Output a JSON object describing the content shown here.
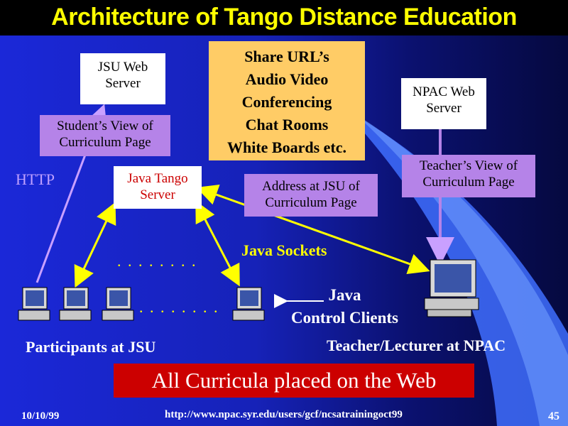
{
  "slide": {
    "title": "Architecture of Tango Distance Education",
    "jsu_server": {
      "line1": "JSU Web",
      "line2": "Server"
    },
    "npac_server": {
      "line1": "NPAC Web",
      "line2": "Server"
    },
    "share_box": {
      "lines": [
        "Share URL’s",
        "Audio Video",
        "Conferencing",
        "Chat Rooms",
        "White Boards etc."
      ]
    },
    "student_view": {
      "line1": "Student’s View of",
      "line2": "Curriculum Page"
    },
    "teacher_view": {
      "line1": "Teacher’s View of",
      "line2": "Curriculum Page"
    },
    "java_tango": {
      "line1": "Java Tango",
      "line2": "Server"
    },
    "address_box": {
      "line1": "Address at JSU of",
      "line2": "Curriculum Page"
    },
    "http_label": "HTTP",
    "java_sockets": "Java Sockets",
    "java_control": {
      "line1": "Java",
      "line2": "Control Clients"
    },
    "participants": "Participants at JSU",
    "teacher_label": "Teacher/Lecturer at NPAC",
    "banner": "All Curricula placed on the Web",
    "footer": {
      "date": "10/10/99",
      "url": "http://www.npac.syr.edu/users/gcf/ncsatrainingoct99",
      "page": "45"
    },
    "dots_upper": ". . . . . . . .",
    "dots_lower": ". . . . . . . .",
    "colors": {
      "title": "#ffff00",
      "arrow_yellow": "#ffff00",
      "arrow_purple": "#b583e8",
      "banner_bg": "#cc0000",
      "share_bg": "#ffcc66",
      "label_bg": "#b583e8"
    }
  }
}
